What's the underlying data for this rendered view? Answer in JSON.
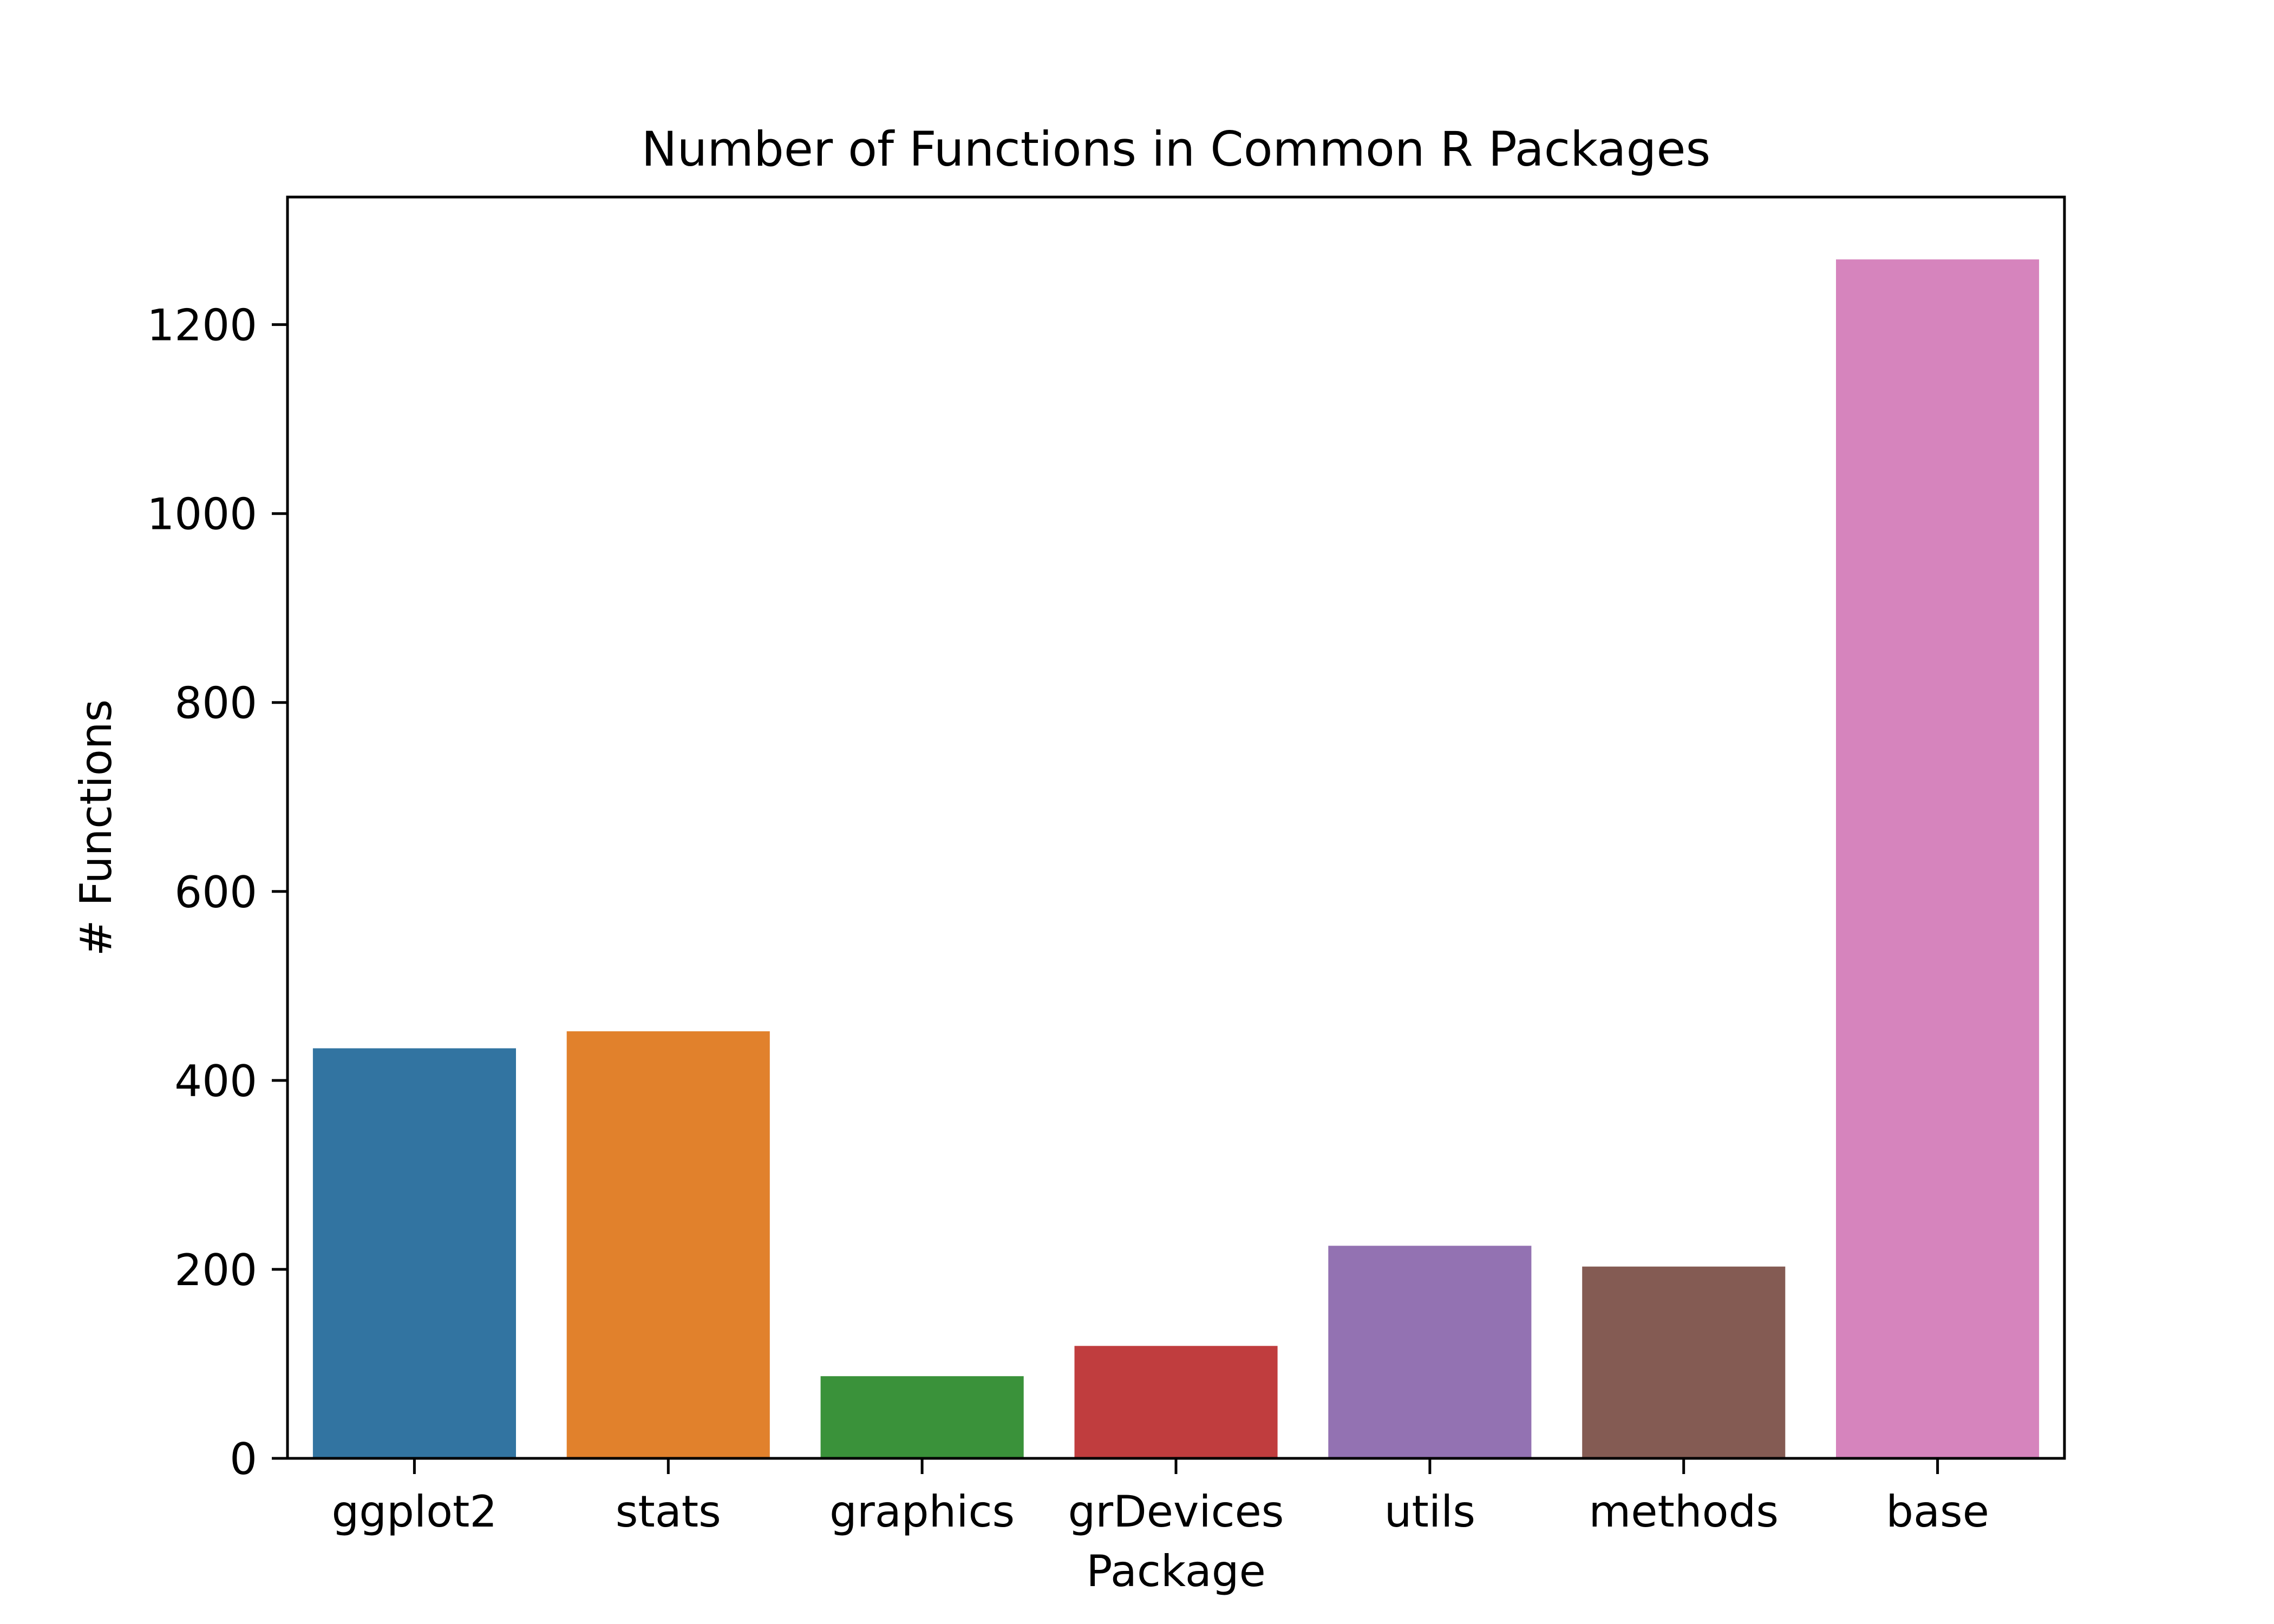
{
  "chart_data": {
    "type": "bar",
    "title": "Number of Functions in Common R Packages",
    "xlabel": "Package",
    "ylabel": "# Functions",
    "categories": [
      "ggplot2",
      "stats",
      "graphics",
      "grDevices",
      "utils",
      "methods",
      "base"
    ],
    "values": [
      434,
      452,
      87,
      119,
      225,
      203,
      1269
    ],
    "colors": [
      "#3274a1",
      "#e1812c",
      "#3a923a",
      "#c03d3e",
      "#9372b2",
      "#845b53",
      "#d684bd"
    ],
    "ylim": [
      0,
      1335
    ],
    "yticks": [
      0,
      200,
      400,
      600,
      800,
      1000,
      1200
    ],
    "grid": false,
    "legend": "none"
  }
}
